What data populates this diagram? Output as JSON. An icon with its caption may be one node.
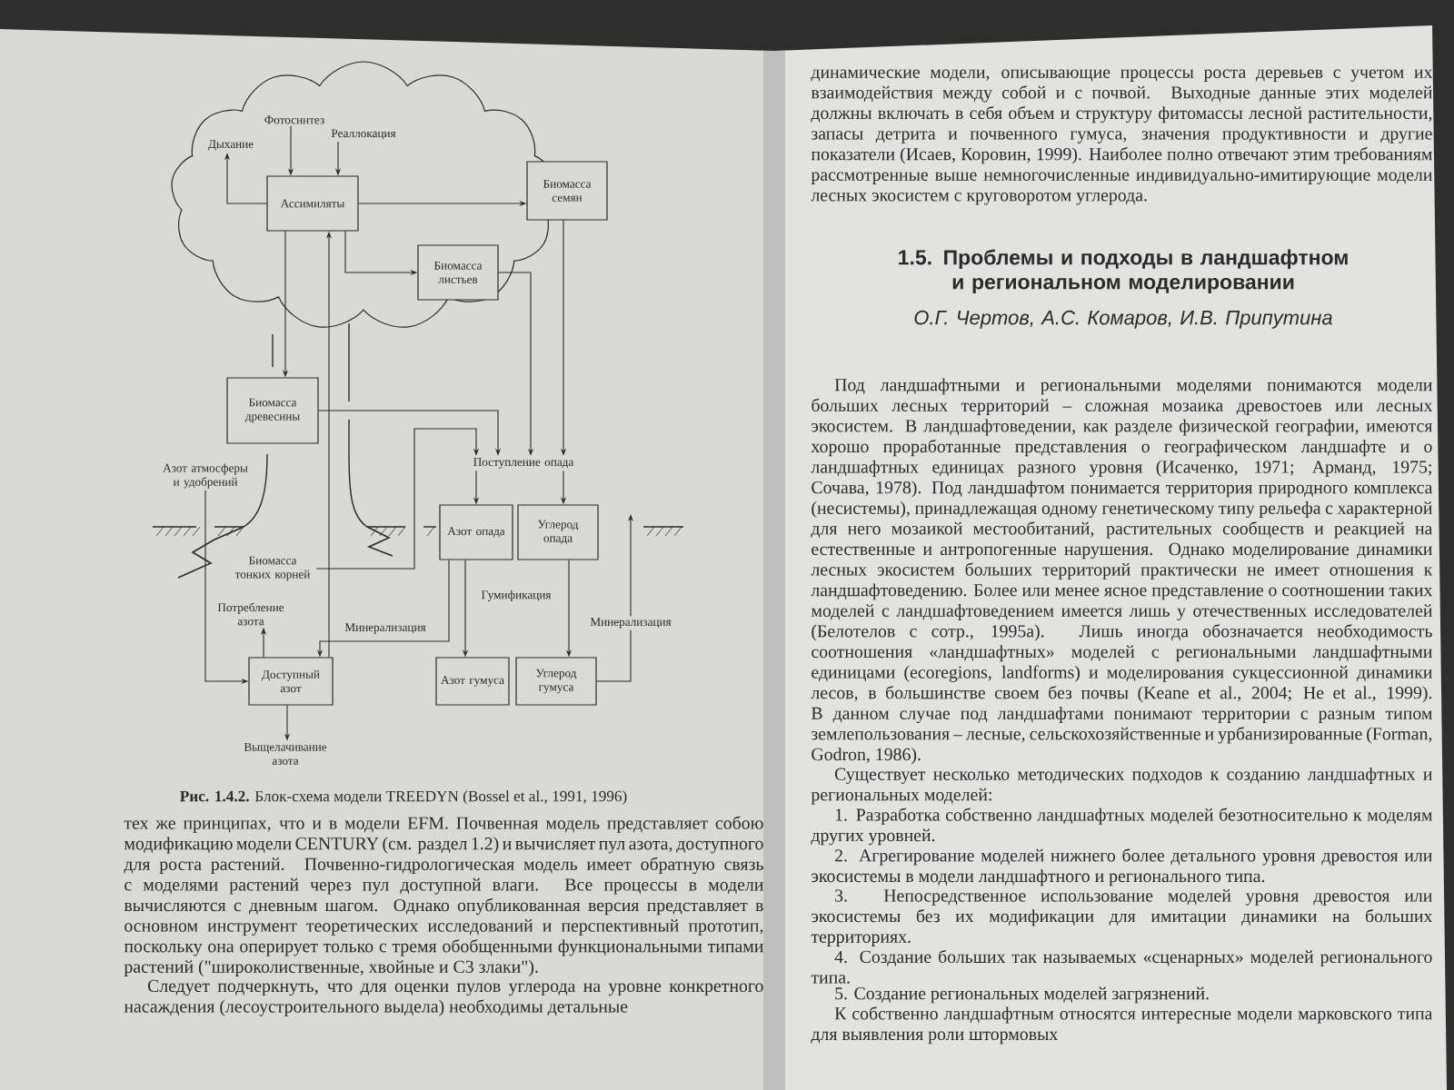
{
  "diagram": {
    "caption": "**Рис. 1.4.2.** Блок-схема модели TREEDYN (Bossel et al., 1991, 1996)",
    "nodes": [
      {
        "text": [
          "Ассимиляты"
        ]
      },
      {
        "text": [
          "Биомасса семян"
        ]
      },
      {
        "text": [
          "Биомасса листьев"
        ]
      },
      {
        "text": [
          "Биомасса древесины"
        ]
      },
      {
        "text": [
          "Азот опада"
        ]
      },
      {
        "text": [
          "Углерод опада"
        ]
      },
      {
        "text": [
          "Доступный азот"
        ]
      },
      {
        "text": [
          "Азот гумуса"
        ]
      },
      {
        "text": [
          "Углерод гумуса"
        ]
      },
      {
        "text": [
          "Фотосинтез"
        ]
      },
      {
        "text": [
          "Дыхание"
        ]
      },
      {
        "text": [
          "Реаллокация"
        ]
      },
      {
        "text": [
          "Поступление опада"
        ]
      },
      {
        "text": [
          "Биомасса тонких корней"
        ]
      },
      {
        "text": [
          "Азот атмосферы и удобрений"
        ]
      },
      {
        "text": [
          "Потребление азота"
        ]
      },
      {
        "text": [
          "Выщелачивание азота"
        ]
      }
    ],
    "edges": [
      {
        "from": 9,
        "to": 0,
        "arrow": "to"
      },
      {
        "from": 0,
        "to": 10,
        "arrow": "to"
      },
      {
        "from": 11,
        "to": 0,
        "arrow": "to"
      },
      {
        "from": 0,
        "to": 1,
        "arrow": "to"
      },
      {
        "from": 0,
        "to": 2,
        "arrow": "to"
      },
      {
        "from": 0,
        "to": 3,
        "arrow": "to"
      },
      {
        "from": 3,
        "to": 12,
        "arrow": "to"
      },
      {
        "from": 2,
        "to": 12,
        "arrow": "to"
      },
      {
        "from": 1,
        "to": 12,
        "arrow": "to"
      },
      {
        "from": 13,
        "to": 12,
        "arrow": "to"
      },
      {
        "from": 12,
        "to": 4,
        "arrow": "to"
      },
      {
        "from": 12,
        "to": 5,
        "arrow": "to"
      },
      {
        "from": 4,
        "to": 7,
        "arrow": "to",
        "label": "Гумификация"
      },
      {
        "from": 5,
        "to": 8,
        "arrow": "to"
      },
      {
        "from": 4,
        "to": 6,
        "arrow": "to",
        "label": "Минерализация"
      },
      {
        "from": 8,
        "to": null,
        "arrow": "to",
        "label": "Минерализация"
      },
      {
        "from": 14,
        "to": 6,
        "arrow": "to"
      },
      {
        "from": 6,
        "to": 15,
        "arrow": "to"
      },
      {
        "from": 6,
        "to": 16,
        "arrow": "to"
      },
      {
        "from": 6,
        "to": 0,
        "arrow": "to"
      }
    ],
    "labels": [
      "тех же принципах, что и в модели EFM. Почвенная модель представляет собою модификацию модели CENTURY (см. раздел 1.2) и вычисляет пул азота, доступного для роста растений. Почвенно-гидрологическая модель имеет обратную связь с моделями растений через пул доступной влаги. Все процессы в модели вычисляются с дневным шагом. Однако опубликованная версия представляет в основном инструмент теоретических исследований и перспективный прототип, поскольку она оперирует только с тремя обобщенными функциональными типами растений (\"широколиственные, хвойные и С3 злаки\").",
      "Следует подчеркнуть, что для оценки пулов углерода на уровне конкретного насаждения (лесоустроительного выдела) необходимы детальные",
      "динамические модели, описывающие процессы роста деревьев с учетом их взаимодействия между собой и с почвой. Выходные данные этих моделей должны включать в себя объем и структуру фитомассы лесной растительности, запасы детрита и почвенного гумуса, значения продуктивности и другие показатели (Исаев, Коровин, 1999). Наиболее полно отвечают этим требованиям рассмотренные выше немногочисленные индивидуально-имитирующие модели лесных экосистем с круговоротом углерода.",
      "1.5. Проблемы и подходы в ландшафтном и региональном моделировании",
      "О.Г. Чертов, А.С. Комаров, И.В. Припутина",
      "Под ландшафтными и региональными моделями понимаются модели больших лесных территорий – сложная мозаика древостоев или лесных экосистем. В ландшафтоведении, как разделе физической географии, имеются хорошо проработанные представления о географическом ландшафте и о ландшафтных единицах разного уровня (Исаченко, 1971; Арманд, 1975; Сочава, 1978). Под ландшафтом понимается территория природного комплекса (несистемы), принадлежащая одному генетическому типу рельефа с характерной для него мозаикой местообитаний, растительных сообществ и реакцией на естественные и антропогенные нарушения. Однако моделирование динамики лесных экосистем больших территорий практически не имеет отношения к ландшафтоведению. Более или менее ясное представление о соотношении таких моделей с ландшафтоведением имеется лишь у отечественных исследователей (Белотелов с сотр., 1995а). Лишь иногда обозначается необходимость соотношения «ландшафтных» моделей с региональными ландшафтными единицами (ecoregions, landforms) и моделирования сукцессионной динамики лесов, в большинстве своем без почвы (Keane et al., 2004; He et al., 1999). В данном случае под ландшафтами понимают территории с разным типом землепользования – лесные, сельскохозяйственные и урбанизированные (Forman, Godron, 1986).",
      "Существует несколько методических подходов к созданию ландшафтных и региональных моделей:",
      "1. Разработка собственно ландшафтных моделей безотносительно к моделям других уровней.",
      "2. Агрегирование моделей нижнего более детального уровня древостоя или экосистемы в модели ландшафтного и регионального типа.",
      "3. Непосредственное использование моделей уровня древостоя или экосистемы без их модификации для имитации динамики на больших территориях.",
      "4. Создание больших так называемых «сценарных» моделей регионального типа.",
      "5. Создание региональных моделей загрязнений.",
      "К собственно ландшафтным относятся интересные модели марковского типа для выявления роли штормовых"
    ]
  }
}
